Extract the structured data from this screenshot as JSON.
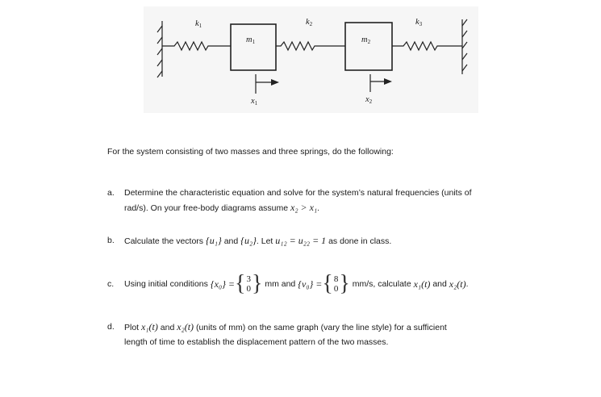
{
  "figure": {
    "labels": {
      "k1": "k",
      "k1_sub": "1",
      "k2": "k",
      "k2_sub": "2",
      "k3": "k",
      "k3_sub": "3",
      "m1": "m",
      "m1_sub": "1",
      "m2": "m",
      "m2_sub": "2",
      "x1": "x",
      "x1_sub": "1",
      "x2": "x",
      "x2_sub": "2"
    }
  },
  "intro": "For the system consisting of two masses and three springs, do the following:",
  "items": {
    "a": {
      "marker": "a.",
      "line1": "Determine the characteristic equation and solve for the system’s natural frequencies (units of",
      "line2_pre": "rad/s).  On your free-body diagrams assume",
      "cond": "x₂ > x₁",
      "line2_post": "."
    },
    "b": {
      "marker": "b.",
      "pre": "Calculate the vectors",
      "u1": "{u₁}",
      "and": "and",
      "u2": "{u₂}",
      "mid": ".  Let",
      "eq": "u₁₂ = u₂₂ = 1",
      "post": "as done in class."
    },
    "c": {
      "marker": "c.",
      "pre": "Using initial conditions",
      "x0": "{x₀} =",
      "x0_vec": [
        "3",
        "0"
      ],
      "mm_and": "mm and",
      "v0": "{v₀} =",
      "v0_vec": [
        "8",
        "0"
      ],
      "mid": "mm/s, calculate",
      "x1t": "x₁(t)",
      "and": "and",
      "x2t": "x₂(t)",
      "post": "."
    },
    "d": {
      "marker": "d.",
      "pre": "Plot",
      "x1t": "x₁(t)",
      "and": "and",
      "x2t": "x₂(t)",
      "line1_post": "(units of mm) on the same graph (vary the line style) for a sufficient",
      "line2": "length of time to establish the displacement pattern of the two masses."
    }
  }
}
